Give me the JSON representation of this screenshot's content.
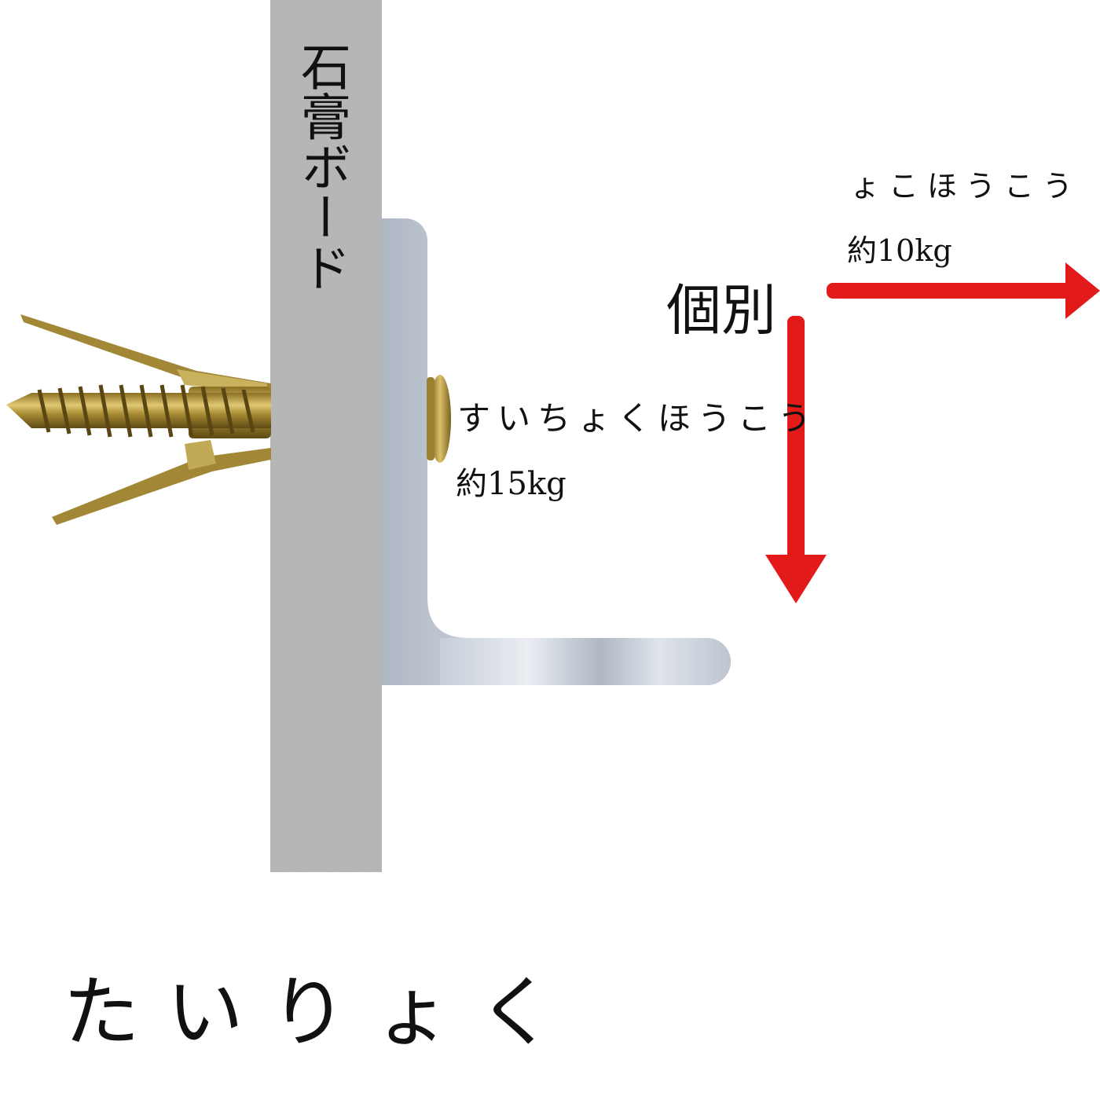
{
  "board": {
    "label": "石膏ボード"
  },
  "vertical": {
    "direction": "すいちょくほうこう",
    "load": "約15kg"
  },
  "horizontal": {
    "direction": "ょこほうこう",
    "load": "約10kg"
  },
  "individual_label": "個別",
  "caption": "たいりょく",
  "colors": {
    "board": "#bdbdbd",
    "bracket": "#c4cbd6",
    "arrow": "#e21a1a",
    "screw": "#b29a3e",
    "text": "#111111"
  },
  "icons": [
    "gypsum-board-icon",
    "l-bracket-icon",
    "wall-anchor-screw-icon",
    "arrow-down-icon",
    "arrow-right-icon"
  ]
}
